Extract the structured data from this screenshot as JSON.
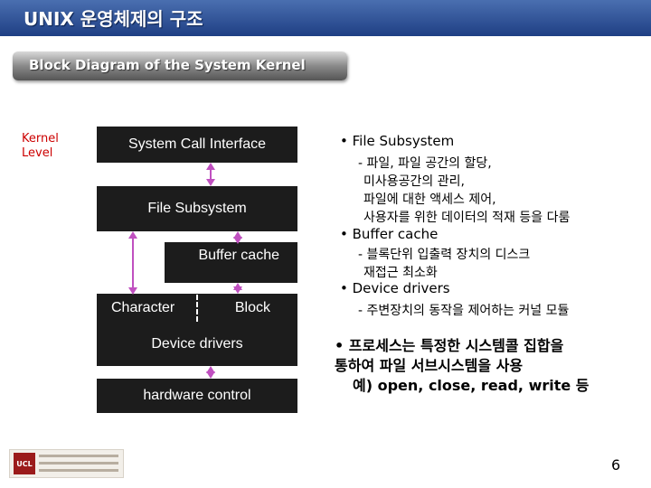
{
  "header": {
    "title": "UNIX 운영체제의 구조"
  },
  "subtitle": "Block Diagram of the System Kernel",
  "kernel_level": [
    "Kernel",
    "Level"
  ],
  "diagram": {
    "system_call_interface": "System Call Interface",
    "file_subsystem": "File Subsystem",
    "buffer_cache": "Buffer cache",
    "character": "Character",
    "block": "Block",
    "device_drivers": "Device drivers",
    "hardware_control": "hardware control"
  },
  "bullets": [
    {
      "head": "• File Subsystem",
      "lines": [
        "- 파일, 파일 공간의 할당,",
        "미사용공간의 관리,",
        "파일에 대한 액세스 제어,",
        "사용자를 위한 데이터의 적재 등을 다룸"
      ]
    },
    {
      "head": "• Buffer cache",
      "lines": [
        "- 블록단위 입출력 장치의 디스크",
        "재접근 최소화"
      ]
    },
    {
      "head": "• Device drivers",
      "lines": [
        "- 주변장치의 동작을 제어하는 커널 모듈"
      ]
    }
  ],
  "note": [
    "• 프로세스는 특정한 시스템콜 집합을",
    "통하여 파일 서브시스템을 사용",
    "예) open, close, read, write 등"
  ],
  "logo": {
    "mark": "UCL"
  },
  "page_number": "6",
  "colors": {
    "title_bar": "#2c4f96",
    "diagram_box": "#1c1c1c",
    "kernel_level": "#cc0000",
    "arrow": "#c050c0"
  }
}
